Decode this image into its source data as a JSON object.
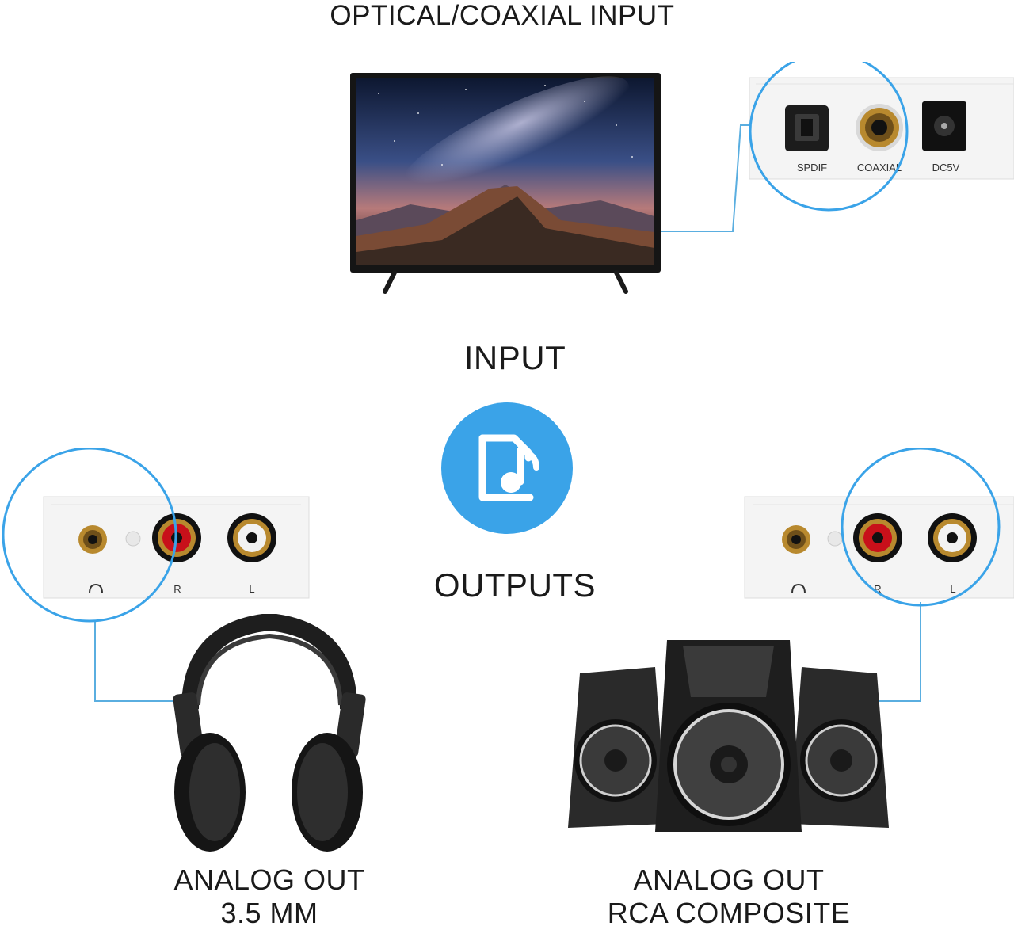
{
  "top_title": "OPTICAL/COAXIAL INPUT",
  "input_heading": "INPUT",
  "outputs_heading": "OUTPUTS",
  "input_panel": {
    "ports": [
      "SPDIF",
      "COAXIAL",
      "DC5V"
    ]
  },
  "left_output": {
    "port_labels": [
      "R",
      "L"
    ],
    "caption_line1": "ANALOG OUT",
    "caption_line2": "3.5 MM"
  },
  "right_output": {
    "port_labels": [
      "R",
      "L"
    ],
    "caption_line1": "ANALOG OUT",
    "caption_line2": "RCA COMPOSITE"
  },
  "colors": {
    "accent_blue": "#3aa3e8",
    "line_blue": "#5aaee0",
    "rca_red": "#c8101a",
    "rca_white": "#f2f2f2",
    "gold": "#b8892e"
  },
  "icons": [
    "tv-icon",
    "audio-file-icon",
    "headphones-icon",
    "speakers-icon"
  ]
}
